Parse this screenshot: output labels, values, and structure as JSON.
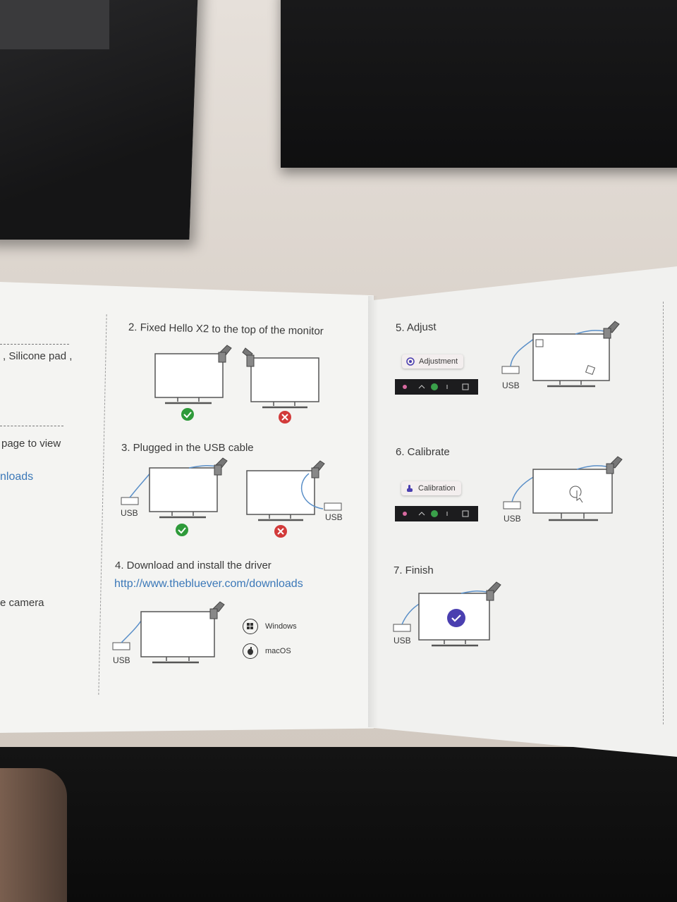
{
  "left_page": {
    "fragment_silicone": ", Silicone pad ,",
    "fragment_page_to_view": "page to view",
    "fragment_downloads": "nloads",
    "fragment_camera": "e camera"
  },
  "steps": {
    "step2": "2. Fixed Hello X2 to the top of the monitor",
    "step3": "3. Plugged in the USB cable",
    "step4": "4. Download and install the driver",
    "step4_link": "http://www.thebluever.com/downloads",
    "step5": "5. Adjust",
    "step6": "6. Calibrate",
    "step7": "7. Finish"
  },
  "labels": {
    "usb": "USB",
    "windows": "Windows",
    "macos": "macOS",
    "adjustment": "Adjustment",
    "calibration": "Calibration"
  },
  "colors": {
    "ok": "#2e9a3a",
    "bad": "#d23a3a",
    "cable": "#5a8fc8",
    "accent": "#4a3fb0"
  },
  "icons": [
    "check-icon",
    "cross-icon",
    "usb-port-icon",
    "windows-icon",
    "apple-icon",
    "target-icon",
    "hand-pointer-icon",
    "checkmark-badge-icon"
  ]
}
